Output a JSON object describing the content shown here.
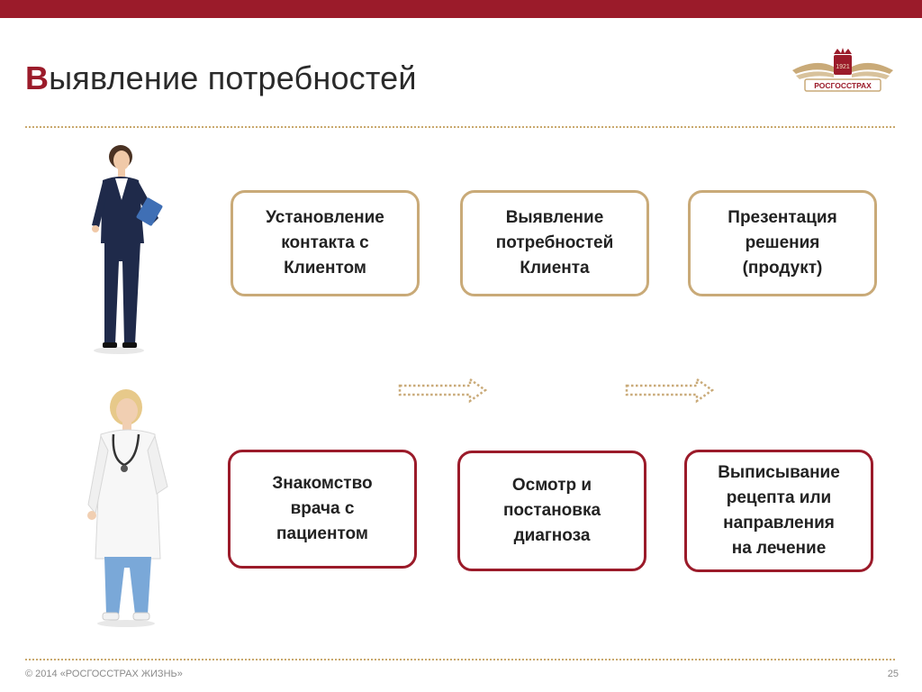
{
  "title": {
    "first_letter": "В",
    "rest": "ыявление потребностей"
  },
  "logo": {
    "text": "РОСГОССТРАХ",
    "year": "1921"
  },
  "top_row": [
    {
      "label": "Установление\nконтакта с\nКлиентом"
    },
    {
      "label": "Выявление\nпотребностей\nКлиента"
    },
    {
      "label": "Презентация\nрешения\n(продукт)"
    }
  ],
  "bottom_row": [
    {
      "label": "Знакомство\nврача с\nпациентом"
    },
    {
      "label": "Осмотр и\nпостановка\nдиагноза"
    },
    {
      "label": "Выписывание\nрецепта или\nнаправления\nна лечение"
    }
  ],
  "footer": {
    "copyright": "© 2014 «РОСГОССТРАХ ЖИЗНЬ»",
    "page": "25"
  },
  "colors": {
    "brand": "#9b1b2a",
    "gold": "#c9aa78"
  }
}
